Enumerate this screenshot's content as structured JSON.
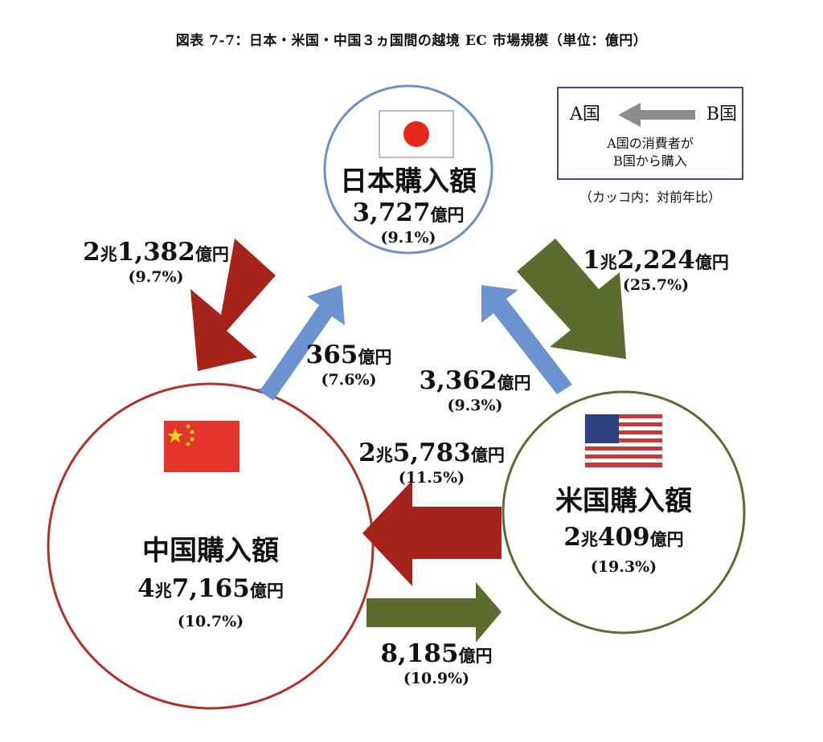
{
  "title": "図表 7-7：日本・米国・中国３ヵ国間の越境 EC 市場規模（単位：億円）",
  "legend": {
    "a": "A国",
    "b": "B国",
    "line1": "A国の消費者が",
    "line2": "B国から購入",
    "note": "（カッコ内：対前年比）"
  },
  "nodes": {
    "japan": {
      "name": "日本購入額",
      "amount_num": "3,727",
      "amount_unit": "億円",
      "pct": "(9.1%)"
    },
    "usa": {
      "name": "米国購入額",
      "amount_num": "2",
      "amount_mid": "兆",
      "amount_num2": "409",
      "amount_unit": "億円",
      "pct": "(19.3%)"
    },
    "china": {
      "name": "中国購入額",
      "amount_num": "4",
      "amount_mid": "兆",
      "amount_num2": "7,165",
      "amount_unit": "億円",
      "pct": "(10.7%)"
    }
  },
  "flows": {
    "china_from_japan": {
      "n1": "2",
      "mid": "兆",
      "n2": "1,382",
      "unit": "億円",
      "pct": "(9.7%)"
    },
    "japan_from_china": {
      "n1": "365",
      "unit": "億円",
      "pct": "(7.6%)"
    },
    "usa_from_japan": {
      "n1": "1",
      "mid": "兆",
      "n2": "2,224",
      "unit": "億円",
      "pct": "(25.7%)"
    },
    "japan_from_usa": {
      "n1": "3,362",
      "unit": "億円",
      "pct": "(9.3%)"
    },
    "china_from_usa": {
      "n1": "2",
      "mid": "兆",
      "n2": "5,783",
      "unit": "億円",
      "pct": "(11.5%)"
    },
    "usa_from_china": {
      "n1": "8,185",
      "unit": "億円",
      "pct": "(10.9%)"
    }
  },
  "colors": {
    "japan_circle": "#6f8fc8",
    "china_circle": "#b3302a",
    "usa_circle": "#5c6b35",
    "red_arrow": "#a52318",
    "green_arrow": "#5c6b2e",
    "blue_arrow": "#6a93cf",
    "legend_arrow": "#8c8c8c"
  },
  "icons": [
    "japan-flag-icon",
    "china-flag-icon",
    "usa-flag-icon",
    "legend-arrow-icon"
  ]
}
